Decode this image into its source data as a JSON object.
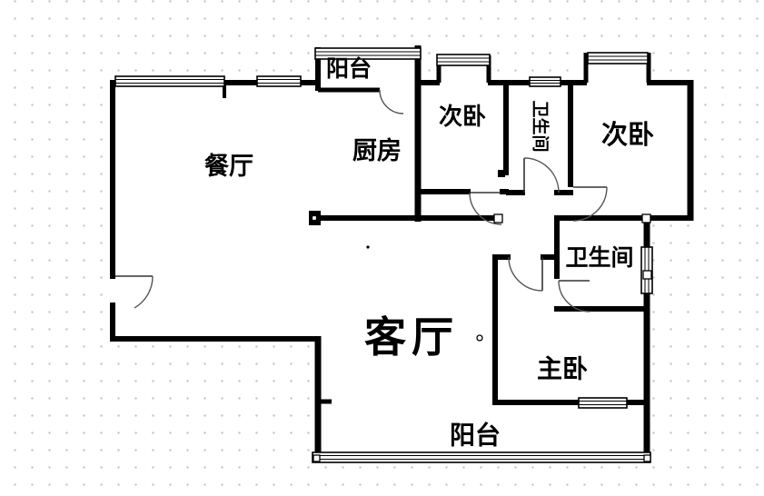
{
  "meta": {
    "kind": "apartment-floor-plan",
    "language": "zh-CN"
  },
  "colors": {
    "wall": "#000000",
    "door_arc": "#555555",
    "grid_dot": "#c7c7c7",
    "background": "#ffffff",
    "floor_fill": "#ffffff",
    "label_text": "#000000"
  },
  "rooms": {
    "balcony_top": {
      "label": "阳台"
    },
    "dining": {
      "label": "餐厅"
    },
    "kitchen": {
      "label": "厨房"
    },
    "bedroom_left": {
      "label": "次卧"
    },
    "bathroom_top": {
      "label": "卫生间"
    },
    "bedroom_right": {
      "label": "次卧"
    },
    "bathroom_master": {
      "label": "卫生间"
    },
    "living": {
      "label": "客厅"
    },
    "bedroom_master": {
      "label": "主卧"
    },
    "balcony_bottom": {
      "label": "阳台"
    }
  }
}
